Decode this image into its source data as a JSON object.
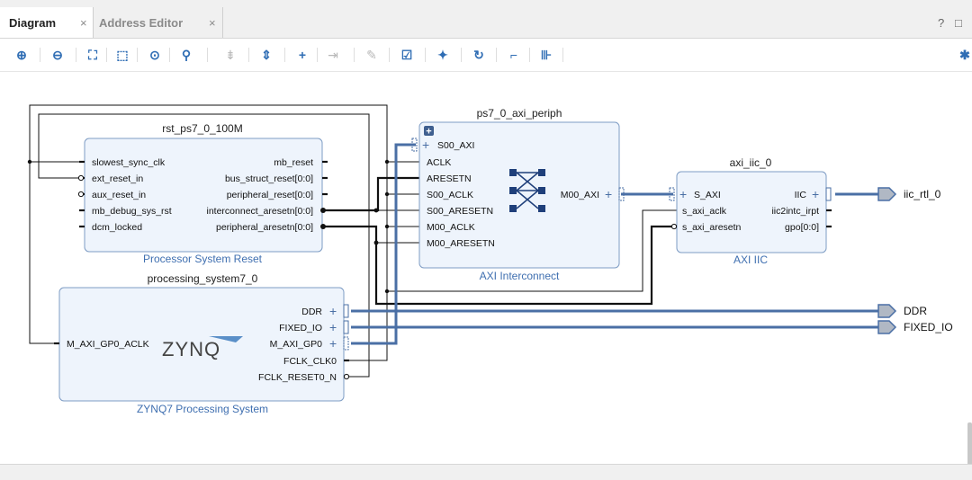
{
  "tabs": [
    {
      "label": "Diagram",
      "active": true
    },
    {
      "label": "Address Editor",
      "active": false
    }
  ],
  "window_buttons": {
    "help": "?",
    "restore": "□"
  },
  "toolbar": {
    "icons": [
      "zoom-in-icon",
      "zoom-out-icon",
      "zoom-fit-icon",
      "zoom-area-icon",
      "auto-fit-icon",
      "search-icon",
      "collapse-icon",
      "expand-icon",
      "add-ip-icon",
      "add-port-icon",
      "properties-icon",
      "validate-icon",
      "autoconnect-icon",
      "regenerate-icon",
      "optimize-routing-icon",
      "bd-bus-icon",
      "settings-icon"
    ]
  },
  "blocks": {
    "rst": {
      "title": "rst_ps7_0_100M",
      "subtitle": "Processor System Reset",
      "left_pins": [
        "slowest_sync_clk",
        "ext_reset_in",
        "aux_reset_in",
        "mb_debug_sys_rst",
        "dcm_locked"
      ],
      "right_pins": [
        "mb_reset",
        "bus_struct_reset[0:0]",
        "peripheral_reset[0:0]",
        "interconnect_aresetn[0:0]",
        "peripheral_aresetn[0:0]"
      ]
    },
    "axi_periph": {
      "title": "ps7_0_axi_periph",
      "subtitle": "AXI Interconnect",
      "left_pins": [
        "S00_AXI",
        "ACLK",
        "ARESETN",
        "S00_ACLK",
        "S00_ARESETN",
        "M00_ACLK",
        "M00_ARESETN"
      ],
      "right_pins": [
        "M00_AXI"
      ]
    },
    "iic": {
      "title": "axi_iic_0",
      "subtitle": "AXI IIC",
      "left_pins": [
        "S_AXI",
        "s_axi_aclk",
        "s_axi_aresetn"
      ],
      "right_pins": [
        "IIC",
        "iic2intc_irpt",
        "gpo[0:0]"
      ]
    },
    "ps7": {
      "title": "processing_system7_0",
      "subtitle": "ZYNQ7 Processing System",
      "logo": "ZYNQ",
      "left_pins": [
        "M_AXI_GP0_ACLK"
      ],
      "right_pins": [
        "DDR",
        "FIXED_IO",
        "M_AXI_GP0",
        "FCLK_CLK0",
        "FCLK_RESET0_N"
      ]
    }
  },
  "external_ports": [
    "iic_rtl_0",
    "DDR",
    "FIXED_IO"
  ],
  "colors": {
    "block_fill": "#eef4fc",
    "block_stroke": "#7e9cc4",
    "bus": "#4a6fa5",
    "subtitle": "#3f6fb0",
    "port_fill": "#b0b8c4"
  }
}
